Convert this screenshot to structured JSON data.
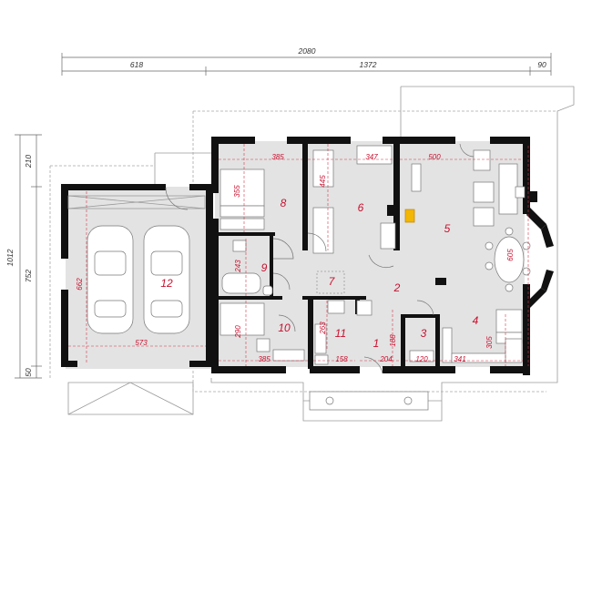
{
  "overall_dimensions": {
    "total_width": "2080",
    "left_segment": "618",
    "middle_segment": "1372",
    "right_segment": "90",
    "total_depth": "1012",
    "depth_top": "210",
    "depth_main": "752",
    "depth_bottom": "50"
  },
  "rooms": [
    {
      "number": "1"
    },
    {
      "number": "2"
    },
    {
      "number": "3"
    },
    {
      "number": "4"
    },
    {
      "number": "5"
    },
    {
      "number": "6"
    },
    {
      "number": "7"
    },
    {
      "number": "8"
    },
    {
      "number": "9"
    },
    {
      "number": "10"
    },
    {
      "number": "11"
    },
    {
      "number": "12"
    }
  ],
  "room_dimensions": {
    "r8_width": "385",
    "r8_depth": "355",
    "r6_width": "347",
    "r6_depth": "445",
    "r5_width": "500",
    "r5_depth": "605",
    "r9_depth": "243",
    "r12_depth": "662",
    "r12_width": "573",
    "r10_depth": "290",
    "r10_width": "385",
    "r11_depth": "263",
    "r11_width": "158",
    "r1_width": "204",
    "r1_depth": "188",
    "r3_width": "120",
    "r4_width": "341",
    "r4_depth": "305"
  },
  "colors": {
    "walls": "#111111",
    "floor": "#e3e3e3",
    "labels": "#c8102e",
    "fireplace": "#f2b705"
  }
}
